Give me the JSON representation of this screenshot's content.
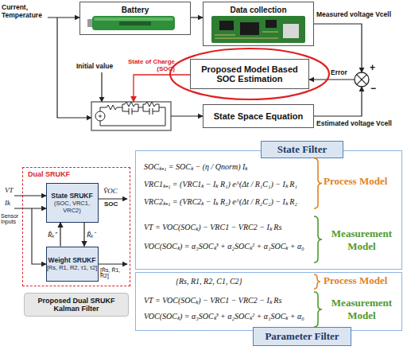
{
  "diagram": {
    "nodes": [
      {
        "text": [
          "Battery"
        ]
      },
      {
        "text": [
          "Data collection"
        ]
      },
      {
        "text": [
          "Proposed Model Based SOC Estimation"
        ]
      },
      {
        "text": [
          "State Space Equation"
        ]
      },
      {
        "text": [
          "State Filter"
        ]
      },
      {
        "text": [
          "Dual SRUKF"
        ]
      },
      {
        "text": [
          "State SRUKF",
          "(SOC, VRC1, VRC2)"
        ],
        "in": 5
      },
      {
        "text": [
          "Weight SRUKF",
          "[Rs, R1, R2, τ1, τ2]"
        ],
        "in": 5
      },
      {
        "text": [
          "SOCₖ₊₁ = SOCₖ − (η / Qnorm) Iₖ",
          "VRC1ₖ₊₁ = (VRC1ₖ − Iₖ R₁) e^(Δt / R₁C₁) − Iₖ R₁",
          "VRC2ₖ₊₁ = (VRC2ₖ − Iₖ R₂) e^(Δt / R₂C₂) − Iₖ R₂",
          "Process Model",
          "VT = VOC(SOCₖ) − VRC1 − VRC2 − Iₖ Rs",
          "VOC(SOCₖ) = α₃SOCₖ³ + α₂SOCₖ² + α₁SOCₖ + α₀",
          "Measurement Model"
        ]
      },
      {
        "text": [
          "Proposed Dual SRUKF Kalman Filter"
        ]
      },
      {
        "text": [
          "{Rs, R1, R2, C1, C2}",
          "Process Model",
          "VT = VOC(SOCₖ) − VRC1 − VRC2 − Iₖ Rs",
          "VOC(SOCₖ) = α₃SOCₖ³ + α₂SOCₖ² + α₁SOCₖ + α₀",
          "Measurement Model"
        ]
      },
      {
        "text": [
          "Parameter Filter"
        ]
      }
    ],
    "edges": [
      {
        "from": 0,
        "to": 1,
        "arrow": "to"
      },
      {
        "from": 6,
        "to": 7,
        "arrow": "to",
        "label": "R̂ₖ⁻"
      },
      {
        "from": 7,
        "to": 6,
        "arrow": "to",
        "label": "R̂ₖ⁺"
      }
    ],
    "labels": [
      "Current, Temperature",
      "Measured voltage Vcell",
      "+",
      "Error",
      "−",
      "Initial value",
      "State of Charge (SOC)",
      "Estimated voltage Vcell",
      "VT",
      "Ik",
      "Sensor Inputs",
      "V̂OC",
      "SOC",
      "[R̂s, R̂1, R̂2]"
    ]
  }
}
